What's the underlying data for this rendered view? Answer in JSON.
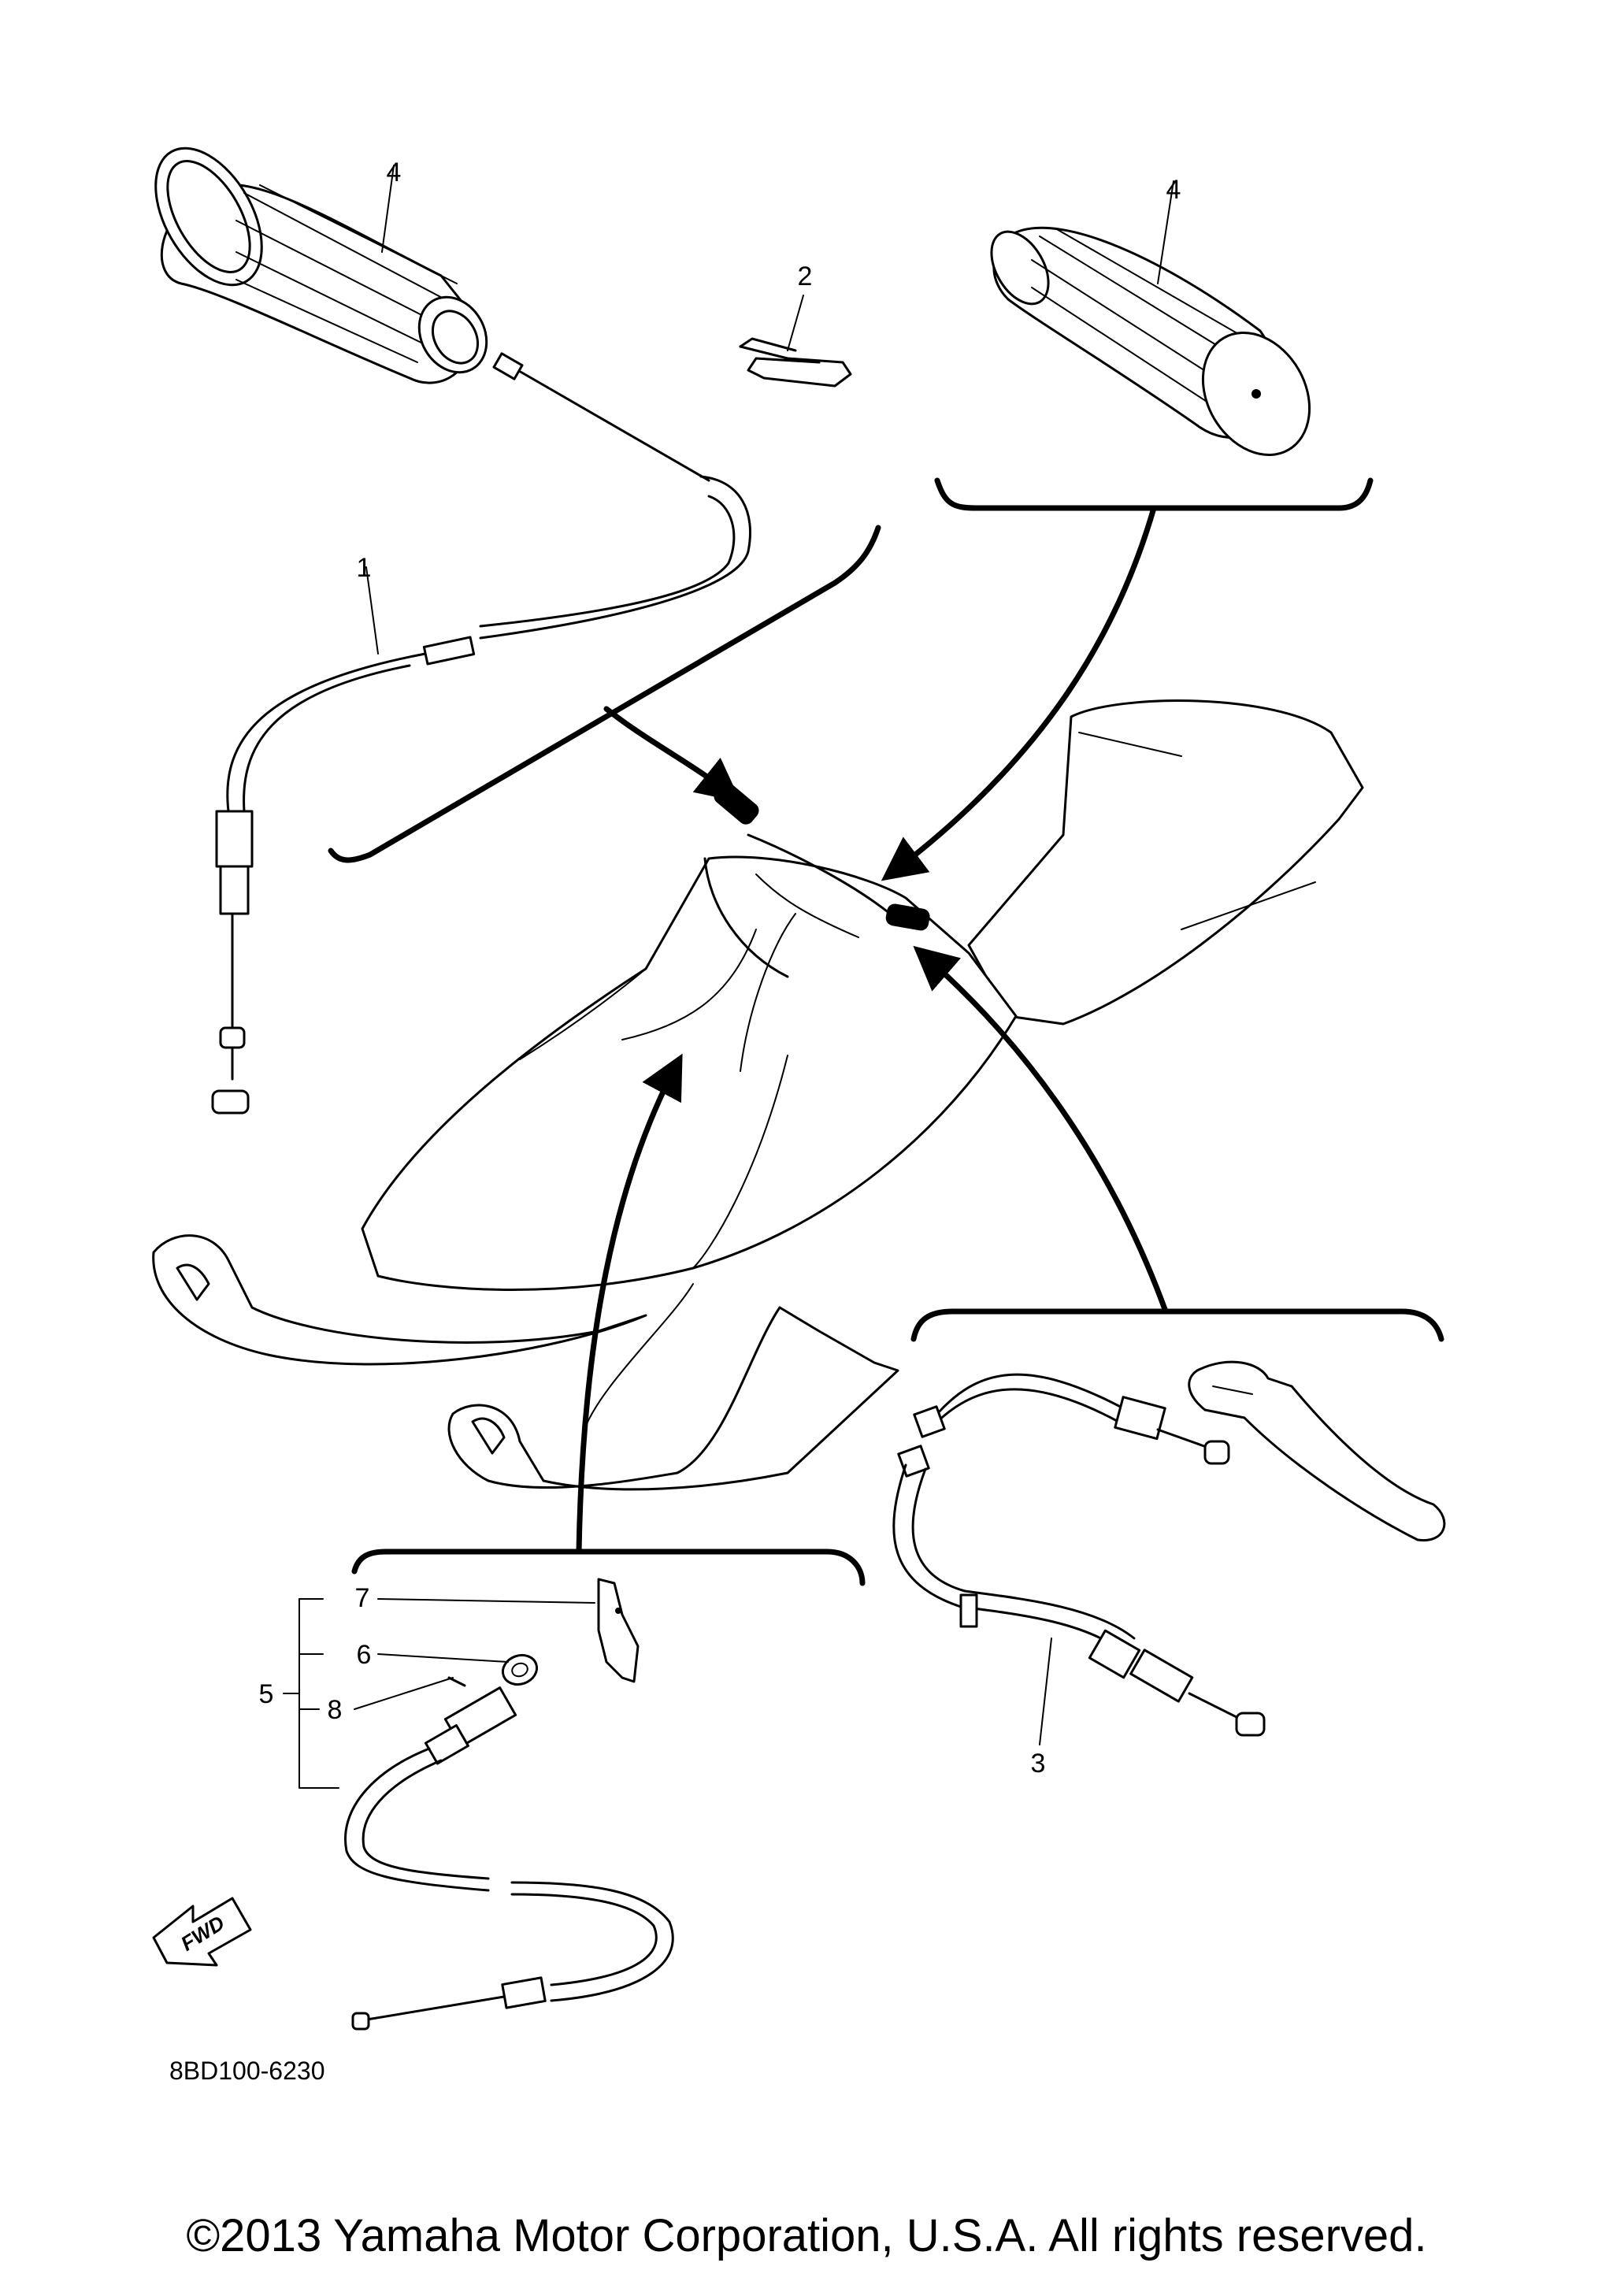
{
  "callouts": {
    "c1": "1",
    "c2": "2",
    "c3": "3",
    "c4a": "4",
    "c4b": "4",
    "c5": "5",
    "c6": "6",
    "c7": "7",
    "c8": "8"
  },
  "diagram_code": "8BD100-6230",
  "fwd_label": "FWD",
  "copyright": "©2013 Yamaha Motor Corporation, U.S.A. All rights reserved."
}
